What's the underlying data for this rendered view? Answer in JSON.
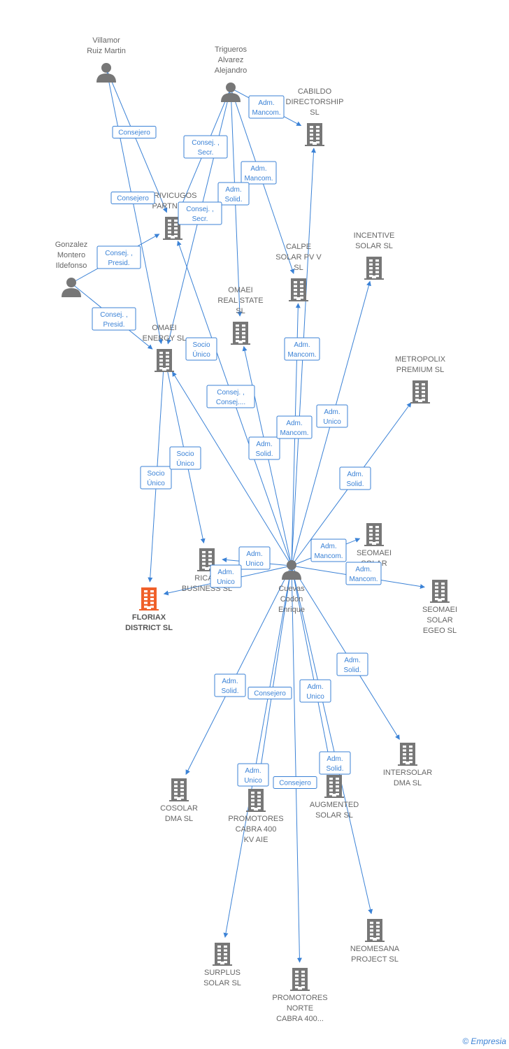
{
  "colors": {
    "edge": "#3b82d6",
    "company": "#777777",
    "person": "#777777",
    "focus": "#f0602a"
  },
  "nodes": [
    {
      "id": "villamor",
      "type": "person",
      "label": [
        "Villamor",
        "Ruiz Martin"
      ]
    },
    {
      "id": "trigueros",
      "type": "person",
      "label": [
        "Trigueros",
        "Alvarez",
        "Alejandro"
      ]
    },
    {
      "id": "gonzalez",
      "type": "person",
      "label": [
        "Gonzalez",
        "Montero",
        "Ildefonso"
      ]
    },
    {
      "id": "cuevas",
      "type": "person",
      "label": [
        "Cuevas",
        "Codon",
        "Enrique"
      ]
    },
    {
      "id": "cabildo",
      "type": "company",
      "label": [
        "CABILDO",
        "DIRECTORSHIP",
        "SL"
      ]
    },
    {
      "id": "privicugos",
      "type": "company",
      "label": [
        "PRIVICUGOS",
        "PARTNERS"
      ]
    },
    {
      "id": "incentive",
      "type": "company",
      "label": [
        "INCENTIVE",
        "SOLAR  SL"
      ]
    },
    {
      "id": "calpe",
      "type": "company",
      "label": [
        "CALPE",
        "SOLAR PV V",
        "SL"
      ]
    },
    {
      "id": "omaei_rs",
      "type": "company",
      "label": [
        "OMAEI",
        "REAL STATE",
        "SL"
      ]
    },
    {
      "id": "omaei_en",
      "type": "company",
      "label": [
        "OMAEI",
        "ENERGY  SL"
      ]
    },
    {
      "id": "metropolix",
      "type": "company",
      "label": [
        "METROPOLIX",
        "PREMIUM  SL"
      ]
    },
    {
      "id": "seomaei",
      "type": "company",
      "label": [
        "SEOMAEI",
        "SOLAR",
        "SL"
      ]
    },
    {
      "id": "seomaei_egeo",
      "type": "company",
      "label": [
        "SEOMAEI",
        "SOLAR",
        "EGEO  SL"
      ]
    },
    {
      "id": "ricam",
      "type": "company",
      "label": [
        "RICAM",
        "BUSINESS  SL"
      ]
    },
    {
      "id": "floriax",
      "type": "focus",
      "label": [
        "FLORIAX",
        "DISTRICT  SL"
      ]
    },
    {
      "id": "intersolar",
      "type": "company",
      "label": [
        "INTERSOLAR",
        "DMA  SL"
      ]
    },
    {
      "id": "cosolar",
      "type": "company",
      "label": [
        "COSOLAR",
        "DMA  SL"
      ]
    },
    {
      "id": "promotores_cabra",
      "type": "company",
      "label": [
        "PROMOTORES",
        "CABRA 400",
        "KV AIE"
      ]
    },
    {
      "id": "augmented",
      "type": "company",
      "label": [
        "AUGMENTED",
        "SOLAR  SL"
      ]
    },
    {
      "id": "neomesana",
      "type": "company",
      "label": [
        "NEOMESANA",
        "PROJECT  SL"
      ]
    },
    {
      "id": "surplus",
      "type": "company",
      "label": [
        "SURPLUS",
        "SOLAR  SL"
      ]
    },
    {
      "id": "promotores_norte",
      "type": "company",
      "label": [
        "PROMOTORES",
        "NORTE",
        "CABRA 400..."
      ]
    }
  ],
  "edges": [
    {
      "from": "villamor",
      "to": "privicugos",
      "rel": [
        "Consejero"
      ]
    },
    {
      "from": "villamor",
      "to": "omaei_en",
      "rel": [
        "Consejero"
      ]
    },
    {
      "from": "trigueros",
      "to": "cabildo",
      "rel": [
        "Adm.",
        "Mancom."
      ]
    },
    {
      "from": "trigueros",
      "to": "privicugos",
      "rel": [
        "Consej. ,",
        "Secr."
      ]
    },
    {
      "from": "trigueros",
      "to": "calpe",
      "rel": [
        "Adm.",
        "Mancom."
      ]
    },
    {
      "from": "trigueros",
      "to": "omaei_rs",
      "rel": [
        "Adm.",
        "Solid."
      ]
    },
    {
      "from": "trigueros",
      "to": "omaei_en",
      "rel": [
        "Consej. ,",
        "Secr."
      ]
    },
    {
      "from": "gonzalez",
      "to": "privicugos",
      "rel": [
        "Consej. ,",
        "Presid."
      ]
    },
    {
      "from": "gonzalez",
      "to": "omaei_en",
      "rel": [
        "Consej. ,",
        "Presid."
      ]
    },
    {
      "from": "omaei_en",
      "to": "floriax",
      "rel": [
        "Socio",
        "Único"
      ]
    },
    {
      "from": "omaei_en",
      "to": "ricam",
      "rel": [
        "Socio",
        "Único"
      ]
    },
    {
      "from": "cuevas",
      "to": "privicugos",
      "rel": [
        "Socio",
        "Único"
      ]
    },
    {
      "from": "cuevas",
      "to": "omaei_en",
      "rel": [
        "Consej. ,",
        "Consej...."
      ]
    },
    {
      "from": "cuevas",
      "to": "omaei_rs",
      "rel": [
        "Adm.",
        "Solid."
      ]
    },
    {
      "from": "cuevas",
      "to": "calpe",
      "rel": [
        "Adm.",
        "Mancom."
      ]
    },
    {
      "from": "cuevas",
      "to": "cabildo",
      "rel": [
        "Adm.",
        "Mancom."
      ]
    },
    {
      "from": "cuevas",
      "to": "incentive",
      "rel": [
        "Adm.",
        "Unico"
      ]
    },
    {
      "from": "cuevas",
      "to": "metropolix",
      "rel": [
        "Adm.",
        "Solid."
      ]
    },
    {
      "from": "cuevas",
      "to": "seomaei",
      "rel": [
        "Adm.",
        "Mancom."
      ]
    },
    {
      "from": "cuevas",
      "to": "seomaei_egeo",
      "rel": [
        "Adm.",
        "Mancom."
      ]
    },
    {
      "from": "cuevas",
      "to": "ricam",
      "rel": [
        "Adm.",
        "Unico"
      ]
    },
    {
      "from": "cuevas",
      "to": "floriax",
      "rel": [
        "Adm.",
        "Unico"
      ]
    },
    {
      "from": "cuevas",
      "to": "intersolar",
      "rel": [
        "Adm.",
        "Solid."
      ]
    },
    {
      "from": "cuevas",
      "to": "cosolar",
      "rel": [
        "Adm.",
        "Solid."
      ]
    },
    {
      "from": "cuevas",
      "to": "promotores_cabra",
      "rel": [
        "Adm.",
        "Unico"
      ]
    },
    {
      "from": "cuevas",
      "to": "augmented",
      "rel": [
        "Adm.",
        "Unico"
      ]
    },
    {
      "from": "cuevas",
      "to": "neomesana",
      "rel": [
        "Adm.",
        "Solid."
      ]
    },
    {
      "from": "cuevas",
      "to": "surplus",
      "rel": [
        "Consejero"
      ]
    },
    {
      "from": "cuevas",
      "to": "promotores_norte",
      "rel": [
        "Consejero"
      ]
    }
  ],
  "brand": {
    "symbol": "©",
    "name": "Empresia"
  }
}
